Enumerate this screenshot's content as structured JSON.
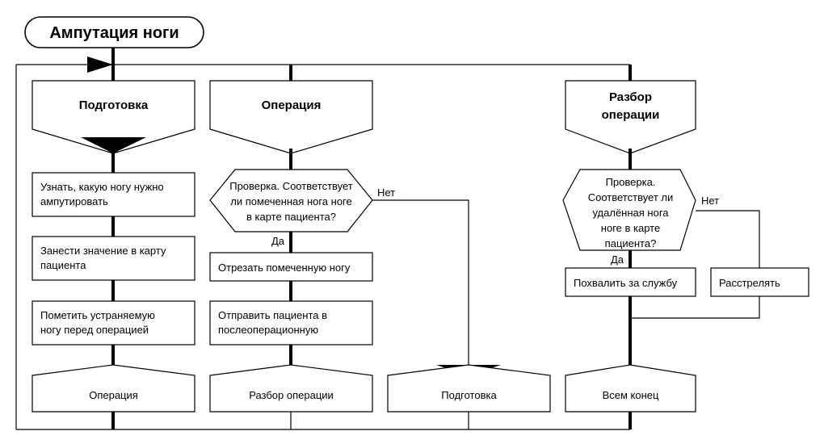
{
  "diagram": {
    "title": "Ампутация ноги",
    "language": "ru",
    "background_color": "#ffffff",
    "line_color": "#000000",
    "shape_fill": "#ffffff"
  },
  "nodes": {
    "title": {
      "label": "Ампутация ноги",
      "shape": "rounded-rectangle"
    },
    "h_prep": {
      "label": "Подготовка",
      "shape": "pentagon-header"
    },
    "h_oper": {
      "label": "Операция",
      "shape": "pentagon-header"
    },
    "h_review_line1": "Разбор",
    "h_review_line2": "операции",
    "p1_line1": "Узнать, какую ногу нужно",
    "p1_line2": "ампутировать",
    "p2_line1": "Занести значение в карту",
    "p2_line2": "пациента",
    "p3_line1": "Пометить устраняемую",
    "p3_line2": "ногу перед операцией",
    "end_prep": "Операция",
    "d1_line1": "Проверка. Соответствует",
    "d1_line2": "ли помеченная нога ноге",
    "d1_line3": "в карте пациента?",
    "o1": "Отрезать помеченную ногу",
    "o2_line1": "Отправить пациента в",
    "o2_line2": "послеоперационную",
    "end_oper": "Разбор операции",
    "end_no_oper": "Подготовка",
    "d2_line1": "Проверка.",
    "d2_line2": "Соответствует ли",
    "d2_line3": "удалённая нога",
    "d2_line4": "ноге в карте",
    "d2_line5": "пациента?",
    "r_yes": "Похвалить за службу",
    "r_no": "Расстрелять",
    "end_review": "Всем конец"
  },
  "edge_labels": {
    "d1_no": "Нет",
    "d1_yes": "Да",
    "d2_no": "Нет",
    "d2_yes": "Да"
  },
  "columns": [
    {
      "name": "preparation",
      "header": "Подготовка",
      "terminal": "Операция"
    },
    {
      "name": "operation",
      "header": "Операция",
      "terminal": "Разбор операции"
    },
    {
      "name": "review",
      "header": "Разбор операции",
      "terminal": "Всем конец"
    }
  ]
}
